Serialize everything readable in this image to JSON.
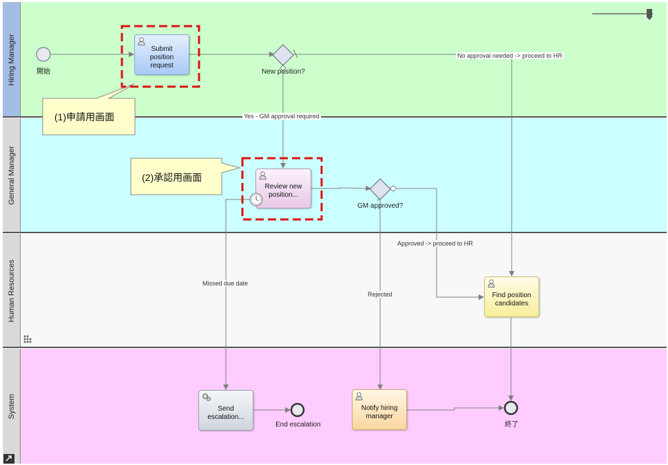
{
  "lanes": [
    {
      "label": "Hiring Manager",
      "fill": "#ccffcc",
      "header": "#a4bde4"
    },
    {
      "label": "General Manager",
      "fill": "#ccffff",
      "header": "#d9d9d9"
    },
    {
      "label": "Human Resources",
      "fill": "#f8f8f8",
      "header": "#d9d9d9"
    },
    {
      "label": "System",
      "fill": "#ffccff",
      "header": "#d9d9d9"
    }
  ],
  "events": {
    "start": "開始",
    "end_escalation": "End escalation",
    "end": "終了"
  },
  "tasks": {
    "submit": "Submit position request",
    "review": "Review new position...",
    "find": "Find position candidates",
    "send": "Send escalation...",
    "notify": "Notify hiring manager"
  },
  "gateways": {
    "new_position": "New position?",
    "gm_approved": "GM approved?"
  },
  "flows": {
    "no_approval": "No approval needed -> proceed to HR",
    "yes_gm": "Yes - GM approval required",
    "approved": "Approved -> proceed to HR",
    "missed": "Missed due date",
    "rejected": "Rejected"
  },
  "callouts": {
    "c1": "(1)申請用画面",
    "c2": "(2)承認用画面"
  },
  "icons": {
    "user_task": "user-icon",
    "service_task": "gears-icon",
    "timer": "timer-icon",
    "zoom_slider": "zoom-slider-icon",
    "expand": "expand-icon",
    "drag_dots": "drag-dots-icon"
  },
  "colors": {
    "highlight": "#dd1111",
    "callout_fill": "#ffffcc",
    "flow": "#808080"
  }
}
